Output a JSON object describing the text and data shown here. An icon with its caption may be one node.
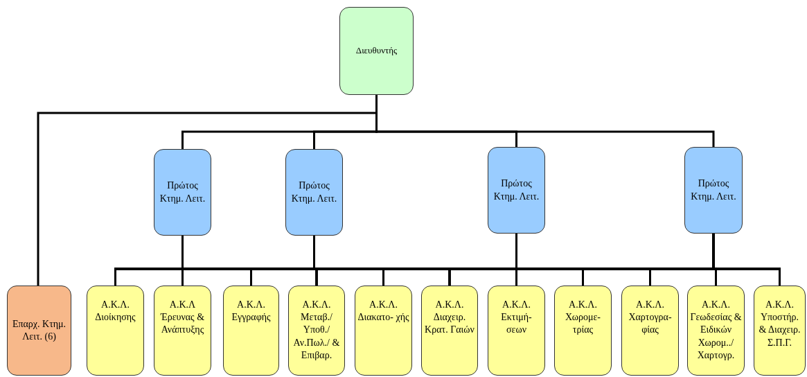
{
  "diagram": {
    "nodes": [
      {
        "text": [
          "Διευθυντής"
        ]
      },
      {
        "text": [
          "Πρώτος Κτημ. Λειτ."
        ]
      },
      {
        "text": [
          "Πρώτος Κτημ. Λειτ."
        ]
      },
      {
        "text": [
          "Πρώτος Κτημ. Λειτ."
        ]
      },
      {
        "text": [
          "Πρώτος Κτημ. Λειτ."
        ]
      },
      {
        "text": [
          "Επαρχ. Κτημ. Λειτ. (6)"
        ]
      },
      {
        "text": [
          "Α.Κ.Λ. Διοίκησης"
        ]
      },
      {
        "text": [
          "Α.Κ.Λ Έρευνας & Ανάπτυξης"
        ]
      },
      {
        "text": [
          "Α.Κ.Λ. Εγγραφής"
        ]
      },
      {
        "text": [
          "Α.Κ.Λ. Μεταβ./ Υποθ./ Αν.Πωλ./ & Επιβαρ."
        ]
      },
      {
        "text": [
          "Α.Κ.Λ. Διακατο- χής"
        ]
      },
      {
        "text": [
          "Α.Κ.Λ. Διαχειρ. Κρατ. Γαιών"
        ]
      },
      {
        "text": [
          "Α.Κ.Λ. Εκτιμή- σεων"
        ]
      },
      {
        "text": [
          "Α.Κ.Λ. Χωρομε- τρίας"
        ]
      },
      {
        "text": [
          "Α.Κ.Λ. Χαρτογρα- φίας"
        ]
      },
      {
        "text": [
          "Α.Κ.Λ. Γεωδεσίας & Ειδικών Χωρομ../ Χαρτογρ."
        ]
      },
      {
        "text": [
          "Α.Κ.Λ. Υποστήρ. & Διαχειρ. Σ.Π.Γ."
        ]
      }
    ],
    "edges": [
      {
        "from": 0,
        "to": 5,
        "arrow": "none"
      },
      {
        "from": 0,
        "to": 1,
        "arrow": "none"
      },
      {
        "from": 0,
        "to": 2,
        "arrow": "none"
      },
      {
        "from": 0,
        "to": 3,
        "arrow": "none"
      },
      {
        "from": 0,
        "to": 4,
        "arrow": "none"
      },
      {
        "from": 1,
        "to": 6,
        "arrow": "none"
      },
      {
        "from": 1,
        "to": 7,
        "arrow": "none"
      },
      {
        "from": 1,
        "to": 8,
        "arrow": "none"
      },
      {
        "from": 1,
        "to": 9,
        "arrow": "none"
      },
      {
        "from": 1,
        "to": 10,
        "arrow": "none"
      },
      {
        "from": 1,
        "to": 11,
        "arrow": "none"
      },
      {
        "from": 1,
        "to": 12,
        "arrow": "none"
      },
      {
        "from": 1,
        "to": 13,
        "arrow": "none"
      },
      {
        "from": 1,
        "to": 14,
        "arrow": "none"
      },
      {
        "from": 1,
        "to": 15,
        "arrow": "none"
      },
      {
        "from": 1,
        "to": 16,
        "arrow": "none"
      },
      {
        "from": 2,
        "to": 6,
        "arrow": "none"
      },
      {
        "from": 2,
        "to": 7,
        "arrow": "none"
      },
      {
        "from": 2,
        "to": 8,
        "arrow": "none"
      },
      {
        "from": 2,
        "to": 9,
        "arrow": "none"
      },
      {
        "from": 2,
        "to": 10,
        "arrow": "none"
      },
      {
        "from": 2,
        "to": 11,
        "arrow": "none"
      },
      {
        "from": 2,
        "to": 12,
        "arrow": "none"
      },
      {
        "from": 2,
        "to": 13,
        "arrow": "none"
      },
      {
        "from": 2,
        "to": 14,
        "arrow": "none"
      },
      {
        "from": 2,
        "to": 15,
        "arrow": "none"
      },
      {
        "from": 2,
        "to": 16,
        "arrow": "none"
      },
      {
        "from": 3,
        "to": 6,
        "arrow": "none"
      },
      {
        "from": 3,
        "to": 7,
        "arrow": "none"
      },
      {
        "from": 3,
        "to": 8,
        "arrow": "none"
      },
      {
        "from": 3,
        "to": 9,
        "arrow": "none"
      },
      {
        "from": 3,
        "to": 10,
        "arrow": "none"
      },
      {
        "from": 3,
        "to": 11,
        "arrow": "none"
      },
      {
        "from": 3,
        "to": 12,
        "arrow": "none"
      },
      {
        "from": 3,
        "to": 13,
        "arrow": "none"
      },
      {
        "from": 3,
        "to": 14,
        "arrow": "none"
      },
      {
        "from": 3,
        "to": 15,
        "arrow": "none"
      },
      {
        "from": 3,
        "to": 16,
        "arrow": "none"
      },
      {
        "from": 4,
        "to": 6,
        "arrow": "none"
      },
      {
        "from": 4,
        "to": 7,
        "arrow": "none"
      },
      {
        "from": 4,
        "to": 8,
        "arrow": "none"
      },
      {
        "from": 4,
        "to": 9,
        "arrow": "none"
      },
      {
        "from": 4,
        "to": 10,
        "arrow": "none"
      },
      {
        "from": 4,
        "to": 11,
        "arrow": "none"
      },
      {
        "from": 4,
        "to": 12,
        "arrow": "none"
      },
      {
        "from": 4,
        "to": 13,
        "arrow": "none"
      },
      {
        "from": 4,
        "to": 14,
        "arrow": "none"
      },
      {
        "from": 4,
        "to": 15,
        "arrow": "none"
      },
      {
        "from": 4,
        "to": 16,
        "arrow": "none"
      }
    ]
  }
}
